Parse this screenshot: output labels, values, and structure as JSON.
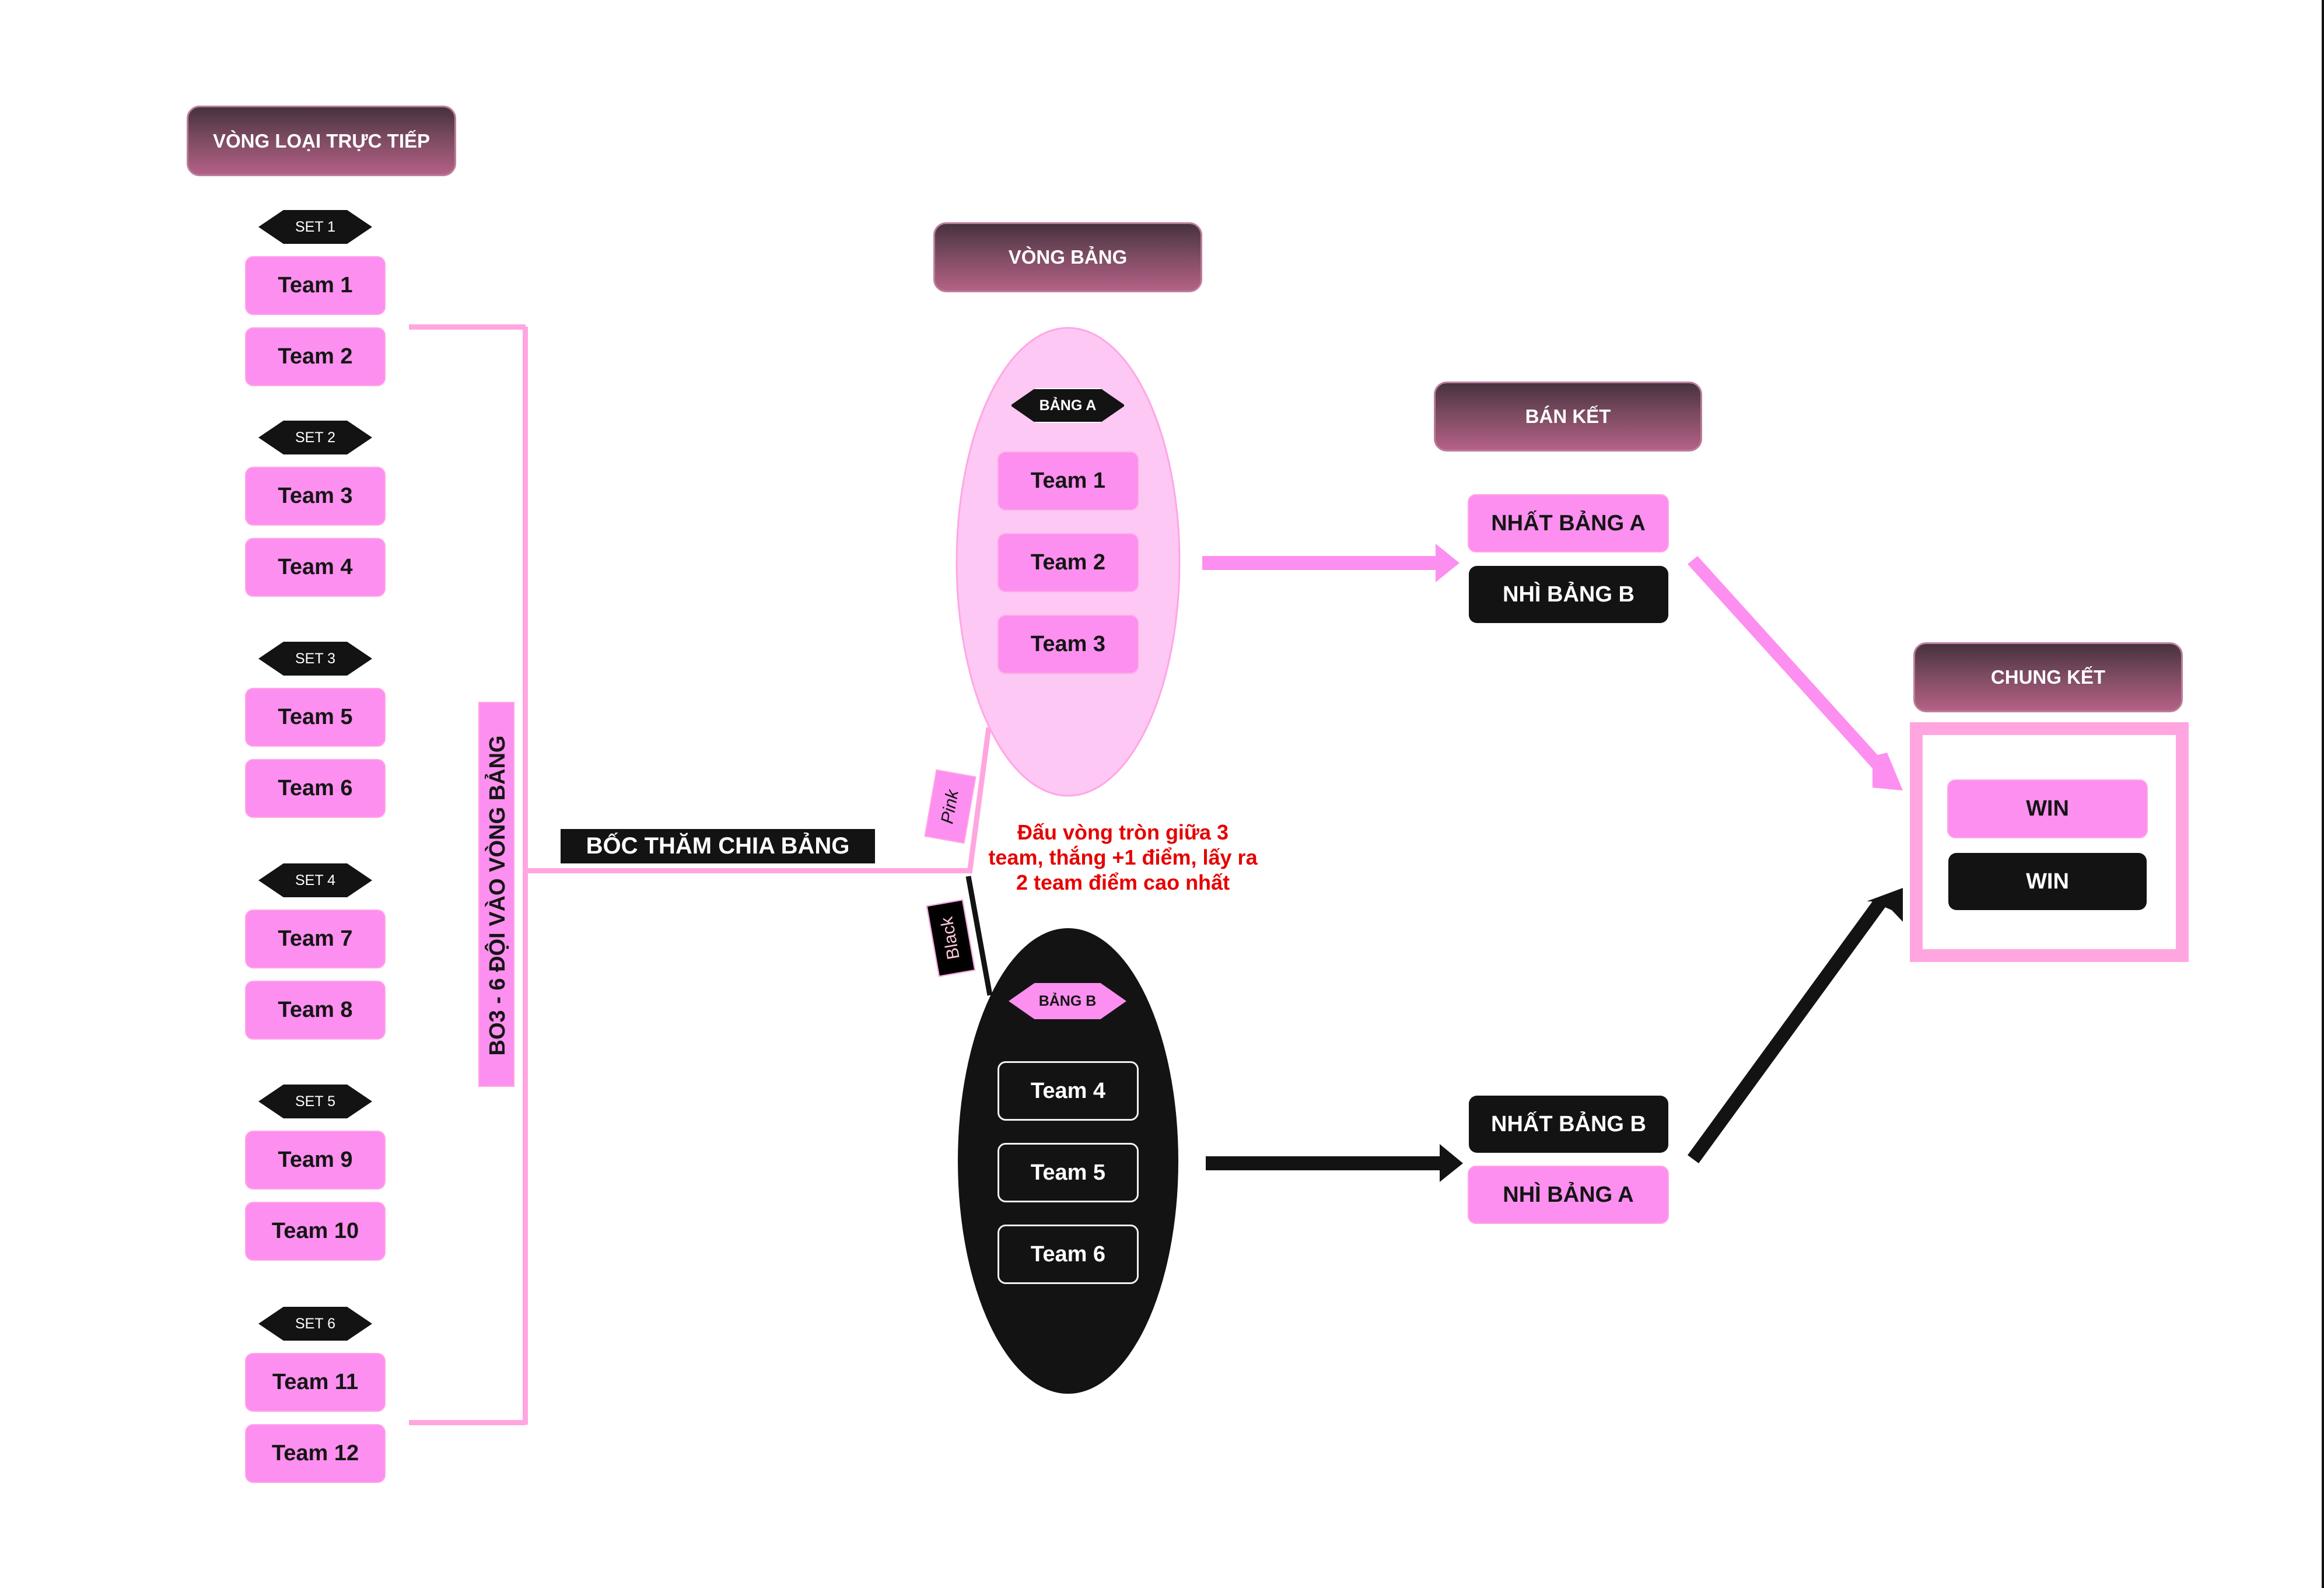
{
  "stages": {
    "qualifier": "VÒNG LOẠI TRỰC TIẾP",
    "group_stage": "VÒNG BẢNG",
    "semifinal": "BÁN KẾT",
    "final": "CHUNG KẾT"
  },
  "qualifier_sets": [
    {
      "label": "SET 1",
      "teams": [
        "Team 1",
        "Team 2"
      ]
    },
    {
      "label": "SET 2",
      "teams": [
        "Team 3",
        "Team 4"
      ]
    },
    {
      "label": "SET 3",
      "teams": [
        "Team 5",
        "Team 6"
      ]
    },
    {
      "label": "SET 4",
      "teams": [
        "Team 7",
        "Team 8"
      ]
    },
    {
      "label": "SET 5",
      "teams": [
        "Team 9",
        "Team 10"
      ]
    },
    {
      "label": "SET 6",
      "teams": [
        "Team 11",
        "Team 12"
      ]
    }
  ],
  "bracket_label": "BO3 - 6 ĐỘI VÀO VÒNG BẢNG",
  "draw_label": "BỐC THĂM CHIA BẢNG",
  "branch_labels": {
    "pink": "Pink",
    "black": "Black"
  },
  "groups": [
    {
      "label": "BẢNG A",
      "teams": [
        "Team 1",
        "Team 2",
        "Team 3"
      ],
      "theme": "pink"
    },
    {
      "label": "BẢNG B",
      "teams": [
        "Team 4",
        "Team 5",
        "Team 6"
      ],
      "theme": "black"
    }
  ],
  "group_rule_note": [
    "Đấu vòng tròn giữa 3",
    "team, thắng +1 điểm, lấy ra",
    "2 team điểm cao nhất"
  ],
  "semifinals": [
    {
      "top": "NHẤT BẢNG A",
      "bottom": "NHÌ BẢNG B"
    },
    {
      "top": "NHẤT BẢNG B",
      "bottom": "NHÌ BẢNG A"
    }
  ],
  "final": [
    "WIN",
    "WIN"
  ],
  "colors": {
    "pink": "#fd8ff0",
    "light_pink": "#ffa6e0",
    "ellipse_pink": "#fdc8f3",
    "black": "#131313",
    "note_red": "#e60000",
    "header_top": "#47313f",
    "header_bottom": "#b46185"
  }
}
